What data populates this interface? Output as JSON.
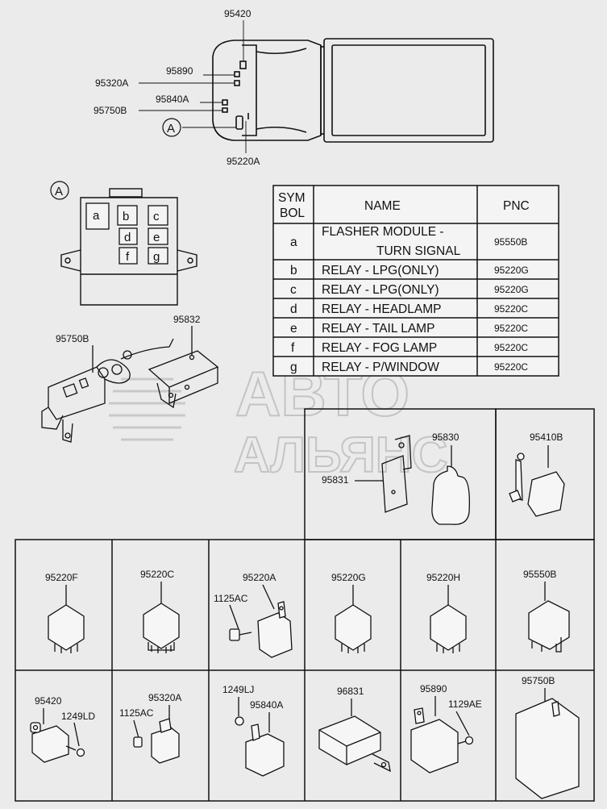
{
  "top_callouts": {
    "c95420": "95420",
    "c95890": "95890",
    "c95320A": "95320A",
    "c95840A": "95840A",
    "c95750B": "95750B",
    "c95220A": "95220A",
    "marker_a": "A"
  },
  "detail": {
    "marker_a": "A",
    "slots": [
      "a",
      "b",
      "c",
      "d",
      "e",
      "f",
      "g"
    ]
  },
  "table": {
    "headers": {
      "symbol_line1": "SYM",
      "symbol_line2": "BOL",
      "name": "NAME",
      "pnc": "PNC"
    },
    "rows": [
      {
        "symbol": "a",
        "name_line1": "FLASHER MODULE -",
        "name_line2": "TURN SIGNAL",
        "pnc": "95550B"
      },
      {
        "symbol": "b",
        "name": "RELAY - LPG(ONLY)",
        "pnc": "95220G"
      },
      {
        "symbol": "c",
        "name": "RELAY - LPG(ONLY)",
        "pnc": "95220G"
      },
      {
        "symbol": "d",
        "name": "RELAY - HEADLAMP",
        "pnc": "95220C"
      },
      {
        "symbol": "e",
        "name": "RELAY - TAIL LAMP",
        "pnc": "95220C"
      },
      {
        "symbol": "f",
        "name": "RELAY - FOG LAMP",
        "pnc": "95220C"
      },
      {
        "symbol": "g",
        "name": "RELAY - P/WINDOW",
        "pnc": "95220C"
      }
    ]
  },
  "mid_callouts": {
    "c95750B": "95750B",
    "c95832": "95832"
  },
  "watermark": {
    "line1": "АВТО",
    "line2": "АЛЬЯНС"
  },
  "grid_top": {
    "c95831": "95831",
    "c95830": "95830",
    "c95410B": "95410B"
  },
  "grid_row1": {
    "c95220F": "95220F",
    "c95220C": "95220C",
    "c95220A": "95220A",
    "c1125AC": "1125AC",
    "c95220G": "95220G",
    "c95220H": "95220H",
    "c95550B": "95550B"
  },
  "grid_row2": {
    "c95420": "95420",
    "c1249LD": "1249LD",
    "c95320A": "95320A",
    "c1125AC": "1125AC",
    "c1249LJ": "1249LJ",
    "c95840A": "95840A",
    "c96831": "96831",
    "c95890": "95890",
    "c1129AE": "1129AE",
    "c95750B": "95750B"
  }
}
